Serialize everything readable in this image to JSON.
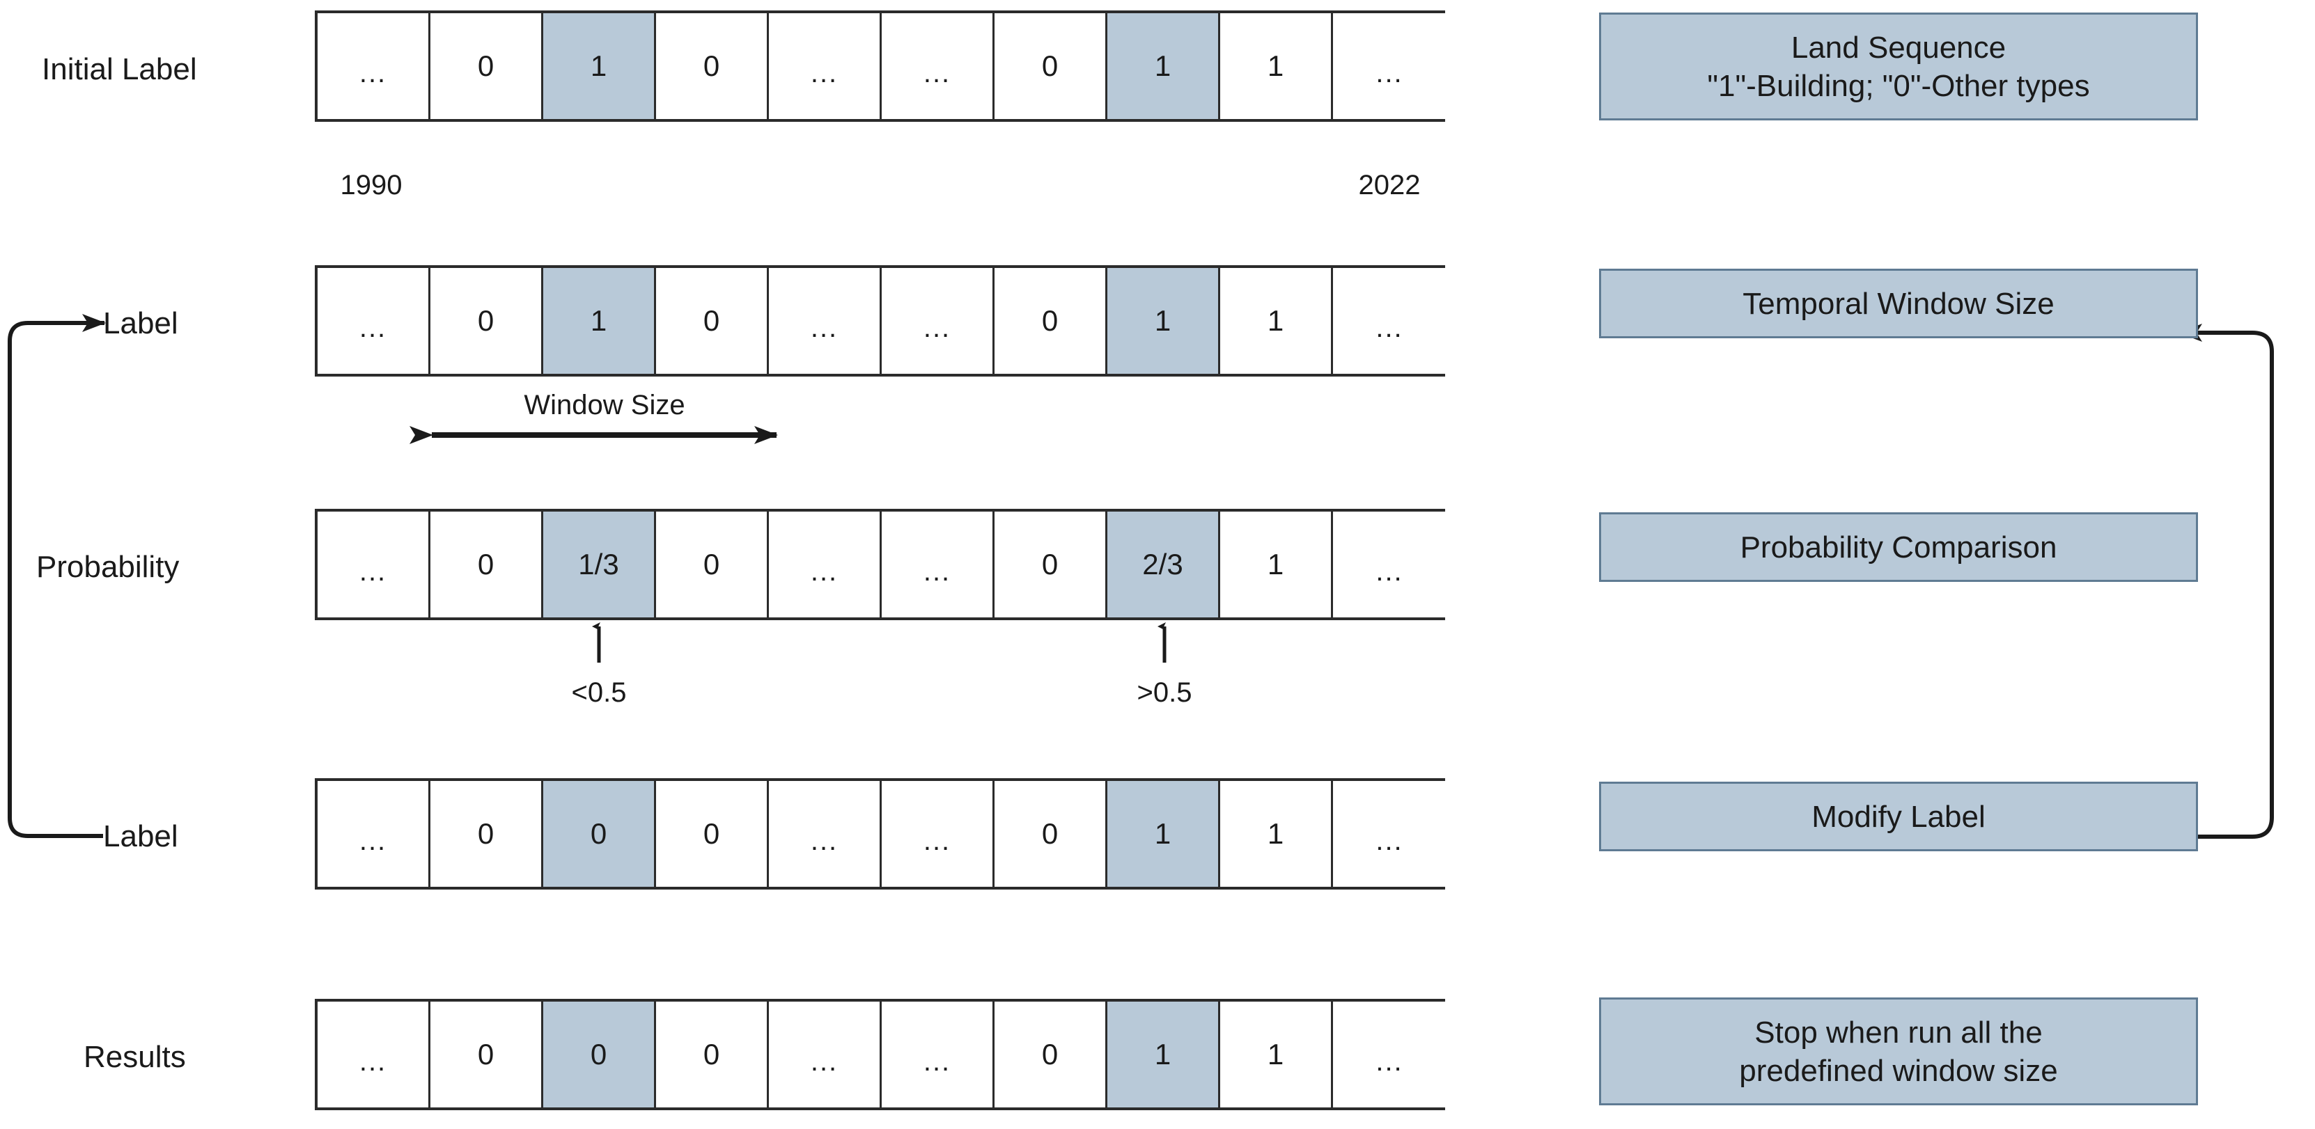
{
  "diagram": {
    "title": "Temporal window based land label refinement workflow",
    "highlight_color": "#b8c9d8",
    "box_border_color": "#5f7b93",
    "line_color": "#1a1a1a"
  },
  "rows": [
    {
      "label": "Initial Label",
      "cells": [
        "...",
        "0",
        "1",
        "0",
        "...",
        "...",
        "0",
        "1",
        "1",
        "..."
      ],
      "highlight_indices": [
        2,
        7
      ]
    },
    {
      "label": "Label",
      "cells": [
        "...",
        "0",
        "1",
        "0",
        "...",
        "...",
        "0",
        "1",
        "1",
        "..."
      ],
      "highlight_indices": [
        2,
        7
      ]
    },
    {
      "label": "Probability",
      "cells": [
        "...",
        "0",
        "1/3",
        "0",
        "...",
        "...",
        "0",
        "2/3",
        "1",
        "..."
      ],
      "highlight_indices": [
        2,
        7
      ]
    },
    {
      "label": "Label",
      "cells": [
        "...",
        "0",
        "0",
        "0",
        "...",
        "...",
        "0",
        "1",
        "1",
        "..."
      ],
      "highlight_indices": [
        2,
        7
      ]
    },
    {
      "label": "Results",
      "cells": [
        "...",
        "0",
        "0",
        "0",
        "...",
        "...",
        "0",
        "1",
        "1",
        "..."
      ],
      "highlight_indices": [
        2,
        7
      ]
    }
  ],
  "annotations": {
    "year_start": "1990",
    "year_end": "2022",
    "window_size": "Window Size",
    "prob_low": "<0.5",
    "prob_high": ">0.5"
  },
  "boxes": [
    {
      "text": "Land Sequence\n\"1\"-Building; \"0\"-Other types"
    },
    {
      "text": "Temporal Window Size"
    },
    {
      "text": "Probability Comparison"
    },
    {
      "text": "Modify Label"
    },
    {
      "text": "Stop when run all the\npredefined window size"
    }
  ]
}
